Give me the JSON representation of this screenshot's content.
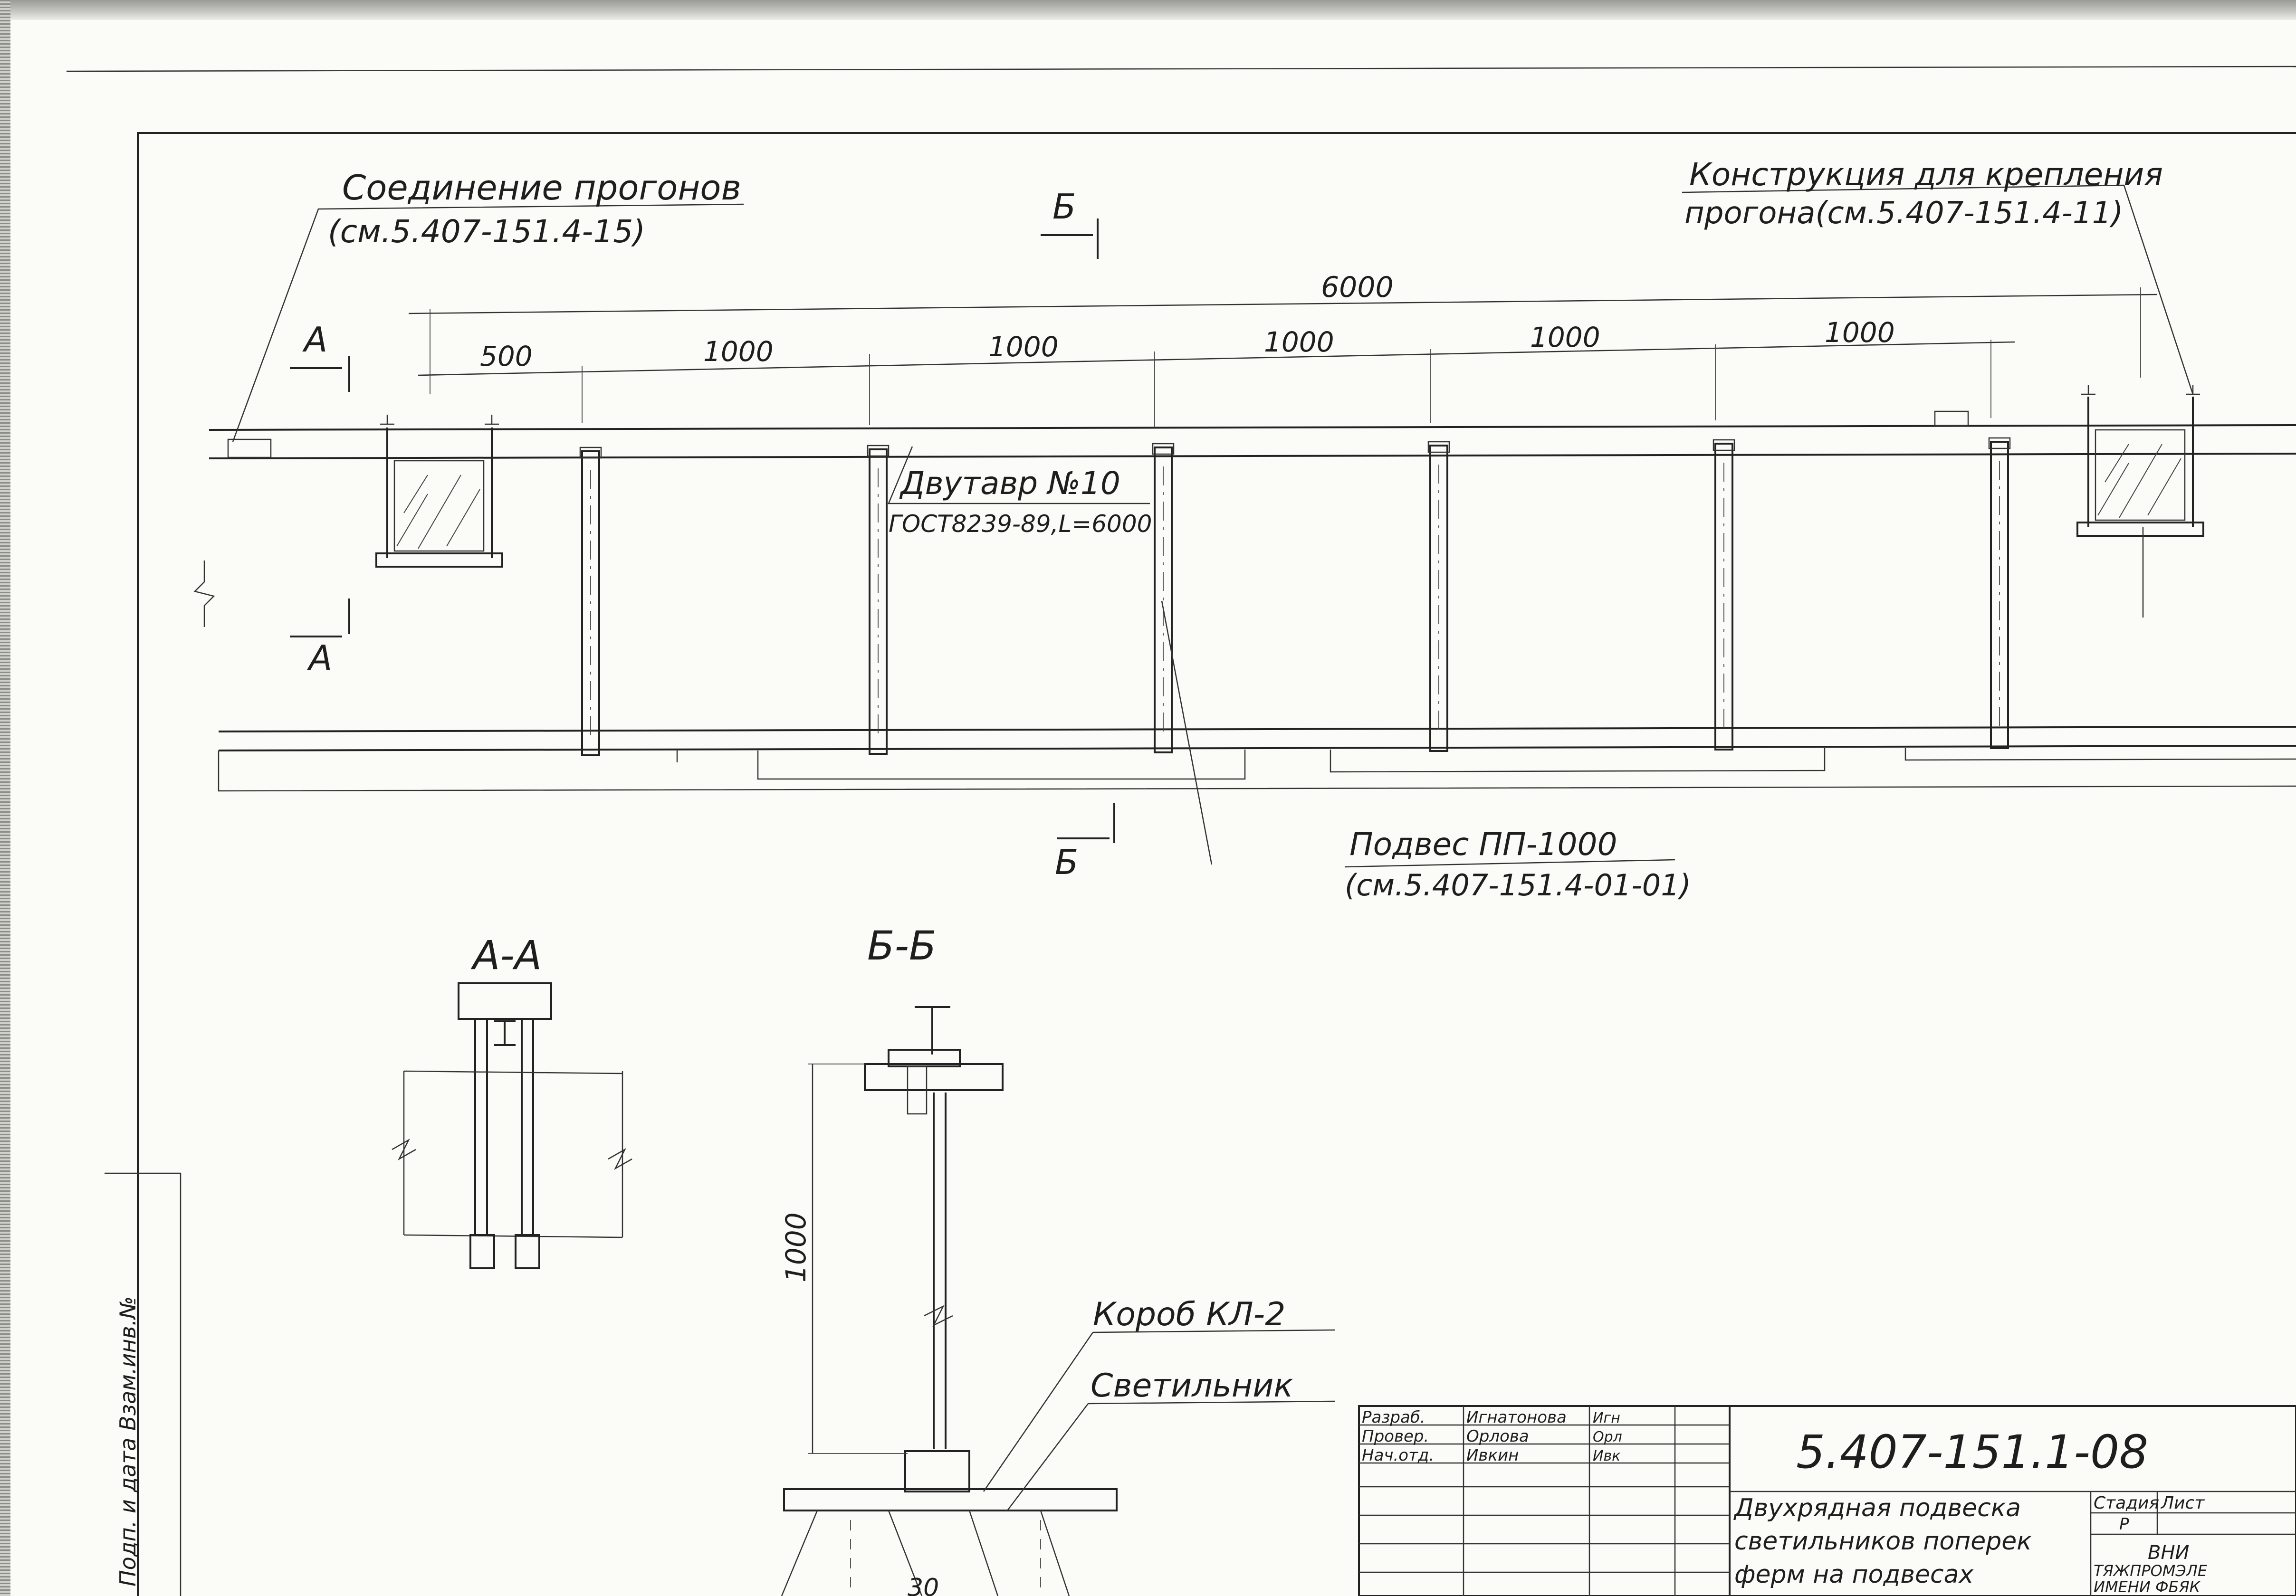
{
  "drawing": {
    "number": "5.407-151.1-08",
    "title_lines": [
      "Двухрядная подвеска",
      "светильников поперек",
      "ферм на подвесах"
    ],
    "callouts": {
      "purlin_joint": [
        "Соединение прогонов",
        "(см.5.407-151.4-15)"
      ],
      "purlin_mount": [
        "Конструкция для крепления",
        "прогона(см.5.407-151.4-11)"
      ],
      "beam": [
        "Двутавр №10",
        "ГОСТ8239-89,L=6000"
      ],
      "hanger": [
        "Подвес ПП-1000",
        "(см.5.407-151.4-01-01)"
      ],
      "box": "Короб КЛ-2",
      "lamp": "Светильник"
    },
    "section_labels": {
      "a_mark": "А",
      "b_mark": "Б",
      "section_aa": "А-А",
      "section_bb": "Б-Б"
    },
    "dimensions": {
      "total": "6000",
      "first": "500",
      "spans": [
        "1000",
        "1000",
        "1000",
        "1000",
        "1000"
      ],
      "hanger_height": "1000",
      "partial": "30"
    },
    "margin_stamp": "Подп. и дата  Взам.инв.№"
  },
  "title_block": {
    "rows": [
      {
        "role": "Разраб.",
        "name": "Игнатонова",
        "sign": "Игн"
      },
      {
        "role": "Провер.",
        "name": "Орлова",
        "sign": "Орл"
      },
      {
        "role": "Нач.отд.",
        "name": "Ивкин",
        "sign": "Ивк"
      }
    ],
    "stage_header": "Стадия",
    "sheet_header": "Лист",
    "stage_value": "Р",
    "org_lines": [
      "ВНИ",
      "ТЯЖПРОМЭЛЕ",
      "ИМЕНИ ФБЯК"
    ]
  }
}
